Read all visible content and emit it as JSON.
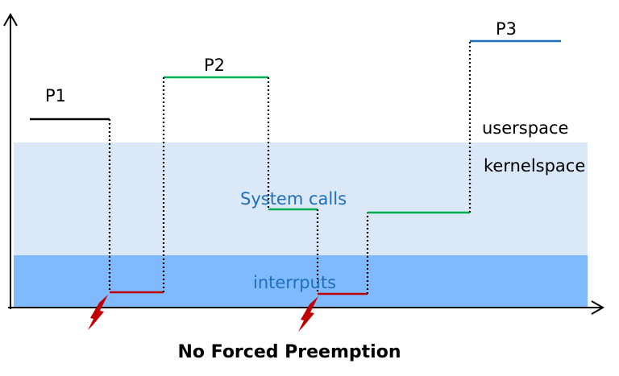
{
  "processes": {
    "p1": "P1",
    "p2": "P2",
    "p3": "P3"
  },
  "regions": {
    "userspace": "userspace",
    "kernelspace": "kernelspace",
    "system_calls": "System calls",
    "interrupts": "interrputs"
  },
  "title": "No Forced Preemption",
  "colors": {
    "kernel_band": "#dae8f8",
    "interrupt_band": "#7fbaff",
    "user_line": "#000000",
    "syscall_line": "#00b050",
    "interrupt_line": "#c00000",
    "p3_line": "#1f6fb8",
    "label_blue": "#1f6fb8",
    "lightning": "#c00000"
  }
}
